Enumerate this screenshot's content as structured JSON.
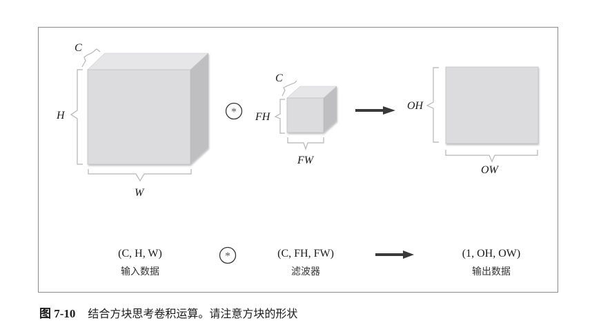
{
  "diagram": {
    "input": {
      "labels": {
        "channel": "C",
        "height": "H",
        "width": "W"
      },
      "shape_text": "(C, H, W)",
      "name": "输入数据"
    },
    "operator": {
      "symbol": "*",
      "meaning": "convolution"
    },
    "filter": {
      "labels": {
        "channel": "C",
        "height": "FH",
        "width": "FW"
      },
      "shape_text": "(C, FH, FW)",
      "name": "滤波器"
    },
    "output": {
      "labels": {
        "height": "OH",
        "width": "OW"
      },
      "shape_text": "(1, OH, OW)",
      "name": "输出数据"
    }
  },
  "colors": {
    "face_front": "#dcdcde",
    "face_top": "#e6e6e8",
    "face_side": "#bfbfc1",
    "brace": "#b5b5b5",
    "arrow": "#3a3a3a",
    "frame": "#8a8a8a"
  },
  "caption": {
    "number": "图 7-10",
    "text": "结合方块思考卷积运算。请注意方块的形状"
  }
}
